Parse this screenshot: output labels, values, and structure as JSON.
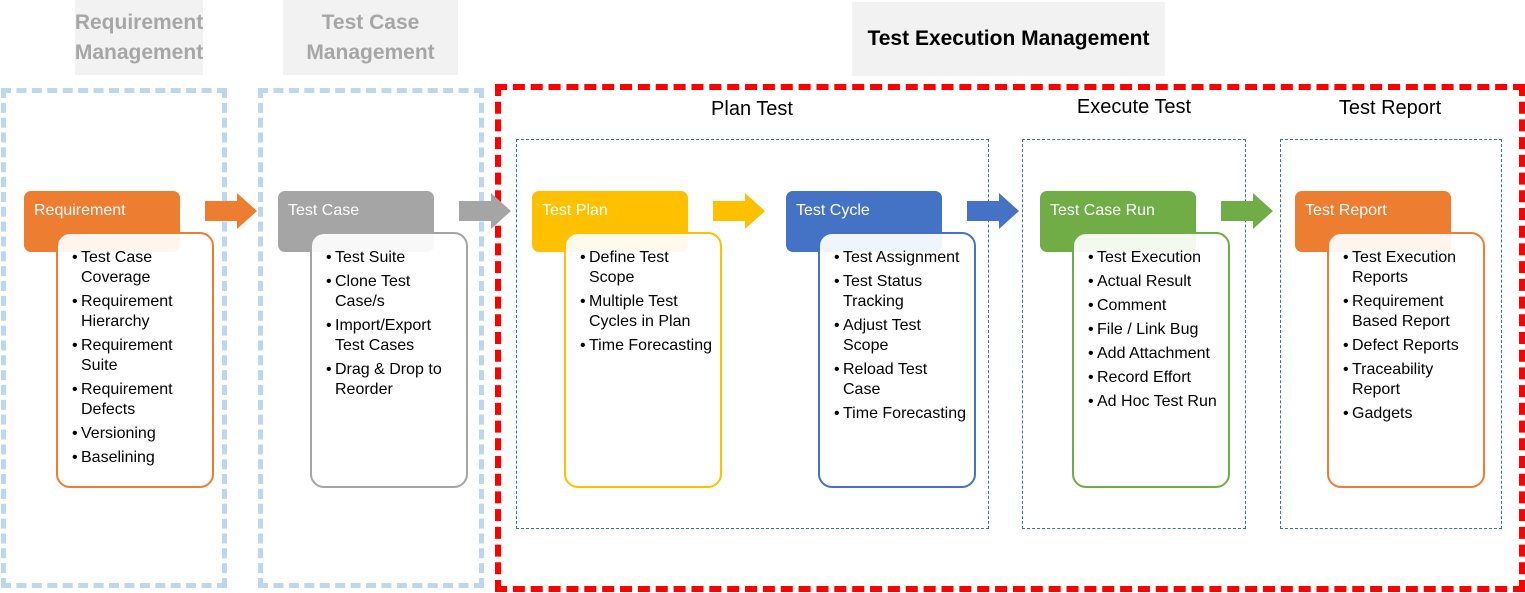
{
  "headers": {
    "requirement_mgmt": "Requirement Management",
    "test_case_mgmt": "Test Case Management",
    "test_execution_mgmt": "Test Execution Management"
  },
  "sections": {
    "plan": "Plan Test",
    "execute": "Execute Test",
    "report": "Test Report"
  },
  "colors": {
    "orange": "#ed7d31",
    "gray": "#a5a5a5",
    "yellow": "#ffc000",
    "blue": "#4472c4",
    "green": "#70ad47",
    "red_border": "#ff0000",
    "light_blue_border": "#bdd7ee"
  },
  "stages": [
    {
      "title": "Requirement",
      "items": [
        "Test Case Coverage",
        "Requirement Hierarchy",
        "Requirement Suite",
        "Requirement Defects",
        "Versioning",
        "Baselining"
      ]
    },
    {
      "title": "Test Case",
      "items": [
        "Test Suite",
        "Clone Test Case/s",
        "Import/Export Test Cases",
        "Drag & Drop to Reorder"
      ]
    },
    {
      "title": "Test Plan",
      "items": [
        "Define Test Scope",
        "Multiple Test Cycles in Plan",
        "Time Forecasting"
      ]
    },
    {
      "title": "Test Cycle",
      "items": [
        "Test Assignment",
        "Test Status Tracking",
        "Adjust Test Scope",
        "Reload Test Case",
        "Time Forecasting"
      ]
    },
    {
      "title": "Test Case Run",
      "items": [
        "Test Execution",
        "Actual Result",
        "Comment",
        "File / Link Bug",
        "Add Attachment",
        "Record Effort",
        "Ad Hoc Test Run"
      ]
    },
    {
      "title": "Test Report",
      "items": [
        "Test Execution Reports",
        "Requirement Based Report",
        "Defect Reports",
        "Traceability Report",
        "Gadgets"
      ]
    }
  ]
}
